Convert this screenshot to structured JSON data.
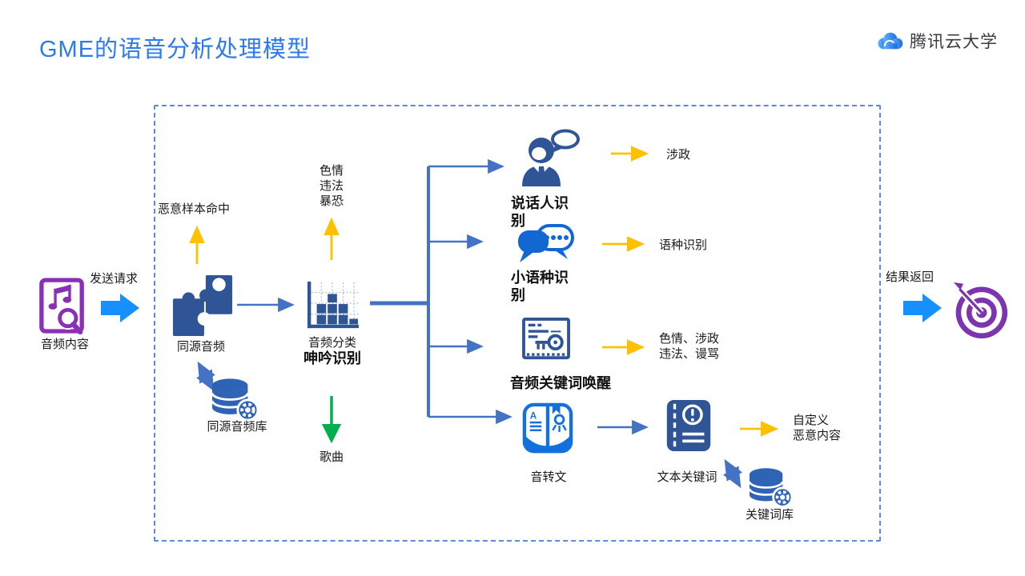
{
  "title": "GME的语音分析处理模型",
  "logo": {
    "name": "腾讯云大学"
  },
  "colors": {
    "title_blue": "#2B7AF0",
    "icon_dark_blue": "#2F5597",
    "icon_bright_blue": "#1268D3",
    "connector_blue": "#4472C4",
    "arrow_orange": "#FFC000",
    "arrow_green": "#00B050",
    "block_arrow_blue": "#1690FF",
    "icon_purple_doc": "#8A2FB8",
    "icon_purple_target": "#7D35AD",
    "dashed_border": "#5B8BD9"
  },
  "flow": {
    "input": {
      "label": "音频内容",
      "request_label": "发送请求"
    },
    "output": {
      "label": "结果返回"
    },
    "same_source": {
      "label": "同源音频",
      "hit_label": "恶意样本命中",
      "db_label": "同源音频库"
    },
    "classification": {
      "label": "音频分类",
      "sublabel": "呻吟识别",
      "up_result": "色情\n违法\n暴恐",
      "down_result": "歌曲"
    },
    "branches": {
      "speaker": {
        "label": "说话人识\n别",
        "result": "涉政"
      },
      "language": {
        "label": "小语种识\n别",
        "result": "语种识别"
      },
      "keyword": {
        "label": "音频关键词唤醒",
        "result": "色情、涉政\n违法、谩骂"
      },
      "asr": {
        "label": "音转文",
        "text_keyword_label": "文本关键词",
        "result": "自定义\n恶意内容",
        "db_label": "关键词库"
      }
    }
  }
}
